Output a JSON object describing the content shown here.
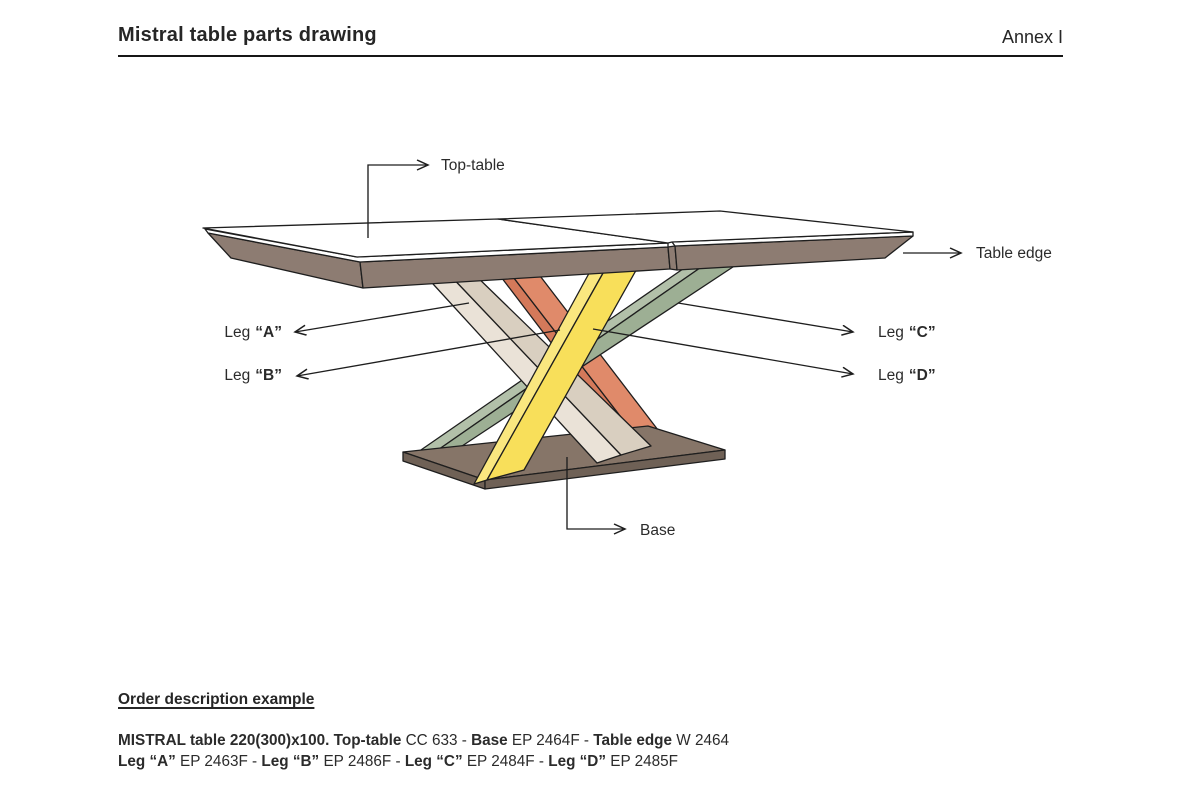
{
  "header": {
    "title": "Mistral table parts drawing",
    "annex": "Annex I"
  },
  "diagram": {
    "labels": {
      "top_table": "Top-table",
      "table_edge": "Table edge",
      "base": "Base",
      "legs": [
        {
          "prefix": "Leg",
          "name": "“A”"
        },
        {
          "prefix": "Leg",
          "name": "“B”"
        },
        {
          "prefix": "Leg",
          "name": "“C”"
        },
        {
          "prefix": "Leg",
          "name": "“D”"
        }
      ]
    },
    "colors": {
      "outline": "#1e1e1e",
      "top_surface": "#ffffff",
      "edge_band": "#8d7c72",
      "base_top": "#867568",
      "base_side": "#6f6156",
      "leg_a_main": "#d9cfc0",
      "leg_a_light": "#eae2d7",
      "leg_b_main": "#e08a6a",
      "leg_b_dark": "#d4795a",
      "leg_c_main": "#9daf94",
      "leg_c_light": "#b2c0a9",
      "leg_d_main": "#f8df5a",
      "leg_d_light": "#fae77f"
    }
  },
  "order_example": {
    "heading": "Order description example",
    "line1": [
      {
        "text": "MISTRAL table 220(300)x100. Top-table ",
        "bold": true
      },
      {
        "text": "CC 633 - ",
        "bold": false
      },
      {
        "text": "Base",
        "bold": true
      },
      {
        "text": " EP 2464F - ",
        "bold": false
      },
      {
        "text": "Table edge",
        "bold": true
      },
      {
        "text": " W 2464",
        "bold": false
      }
    ],
    "line2": [
      {
        "text": "Leg “A” ",
        "bold": true
      },
      {
        "text": "EP 2463F - ",
        "bold": false
      },
      {
        "text": "Leg “B” ",
        "bold": true
      },
      {
        "text": "EP 2486F - ",
        "bold": false
      },
      {
        "text": "Leg “C” ",
        "bold": true
      },
      {
        "text": "EP 2484F - ",
        "bold": false
      },
      {
        "text": "Leg “D” ",
        "bold": true
      },
      {
        "text": "EP 2485F",
        "bold": false
      }
    ]
  }
}
